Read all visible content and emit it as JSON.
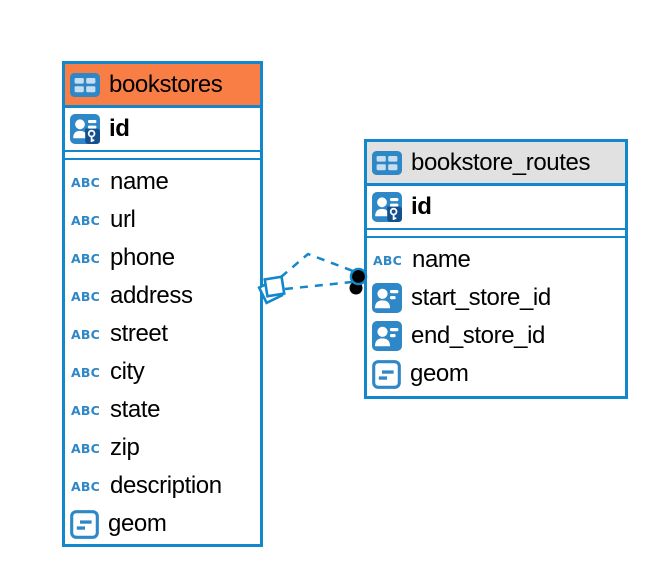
{
  "app": {
    "view": "entity-relationship-diagram"
  },
  "colors": {
    "accent_blue": "#1287CC",
    "icon_blue": "#2E87C6",
    "orange_header": "#F87E45",
    "gray_header": "#E1E1E1",
    "text": "#000000",
    "marker_dot": "#000000"
  },
  "icons": {
    "text_icon_label": "ABC"
  },
  "tables": [
    {
      "name": "bookstores",
      "header_style": "orange",
      "primary_key": {
        "name": "id",
        "type": "pk"
      },
      "columns": [
        {
          "name": "name",
          "type": "text"
        },
        {
          "name": "url",
          "type": "text"
        },
        {
          "name": "phone",
          "type": "text"
        },
        {
          "name": "address",
          "type": "text"
        },
        {
          "name": "street",
          "type": "text"
        },
        {
          "name": "city",
          "type": "text"
        },
        {
          "name": "state",
          "type": "text"
        },
        {
          "name": "zip",
          "type": "text"
        },
        {
          "name": "description",
          "type": "text"
        },
        {
          "name": "geom",
          "type": "geometry"
        }
      ]
    },
    {
      "name": "bookstore_routes",
      "header_style": "gray",
      "primary_key": {
        "name": "id",
        "type": "pk"
      },
      "columns": [
        {
          "name": "name",
          "type": "text"
        },
        {
          "name": "start_store_id",
          "type": "fk"
        },
        {
          "name": "end_store_id",
          "type": "fk"
        },
        {
          "name": "geom",
          "type": "geometry"
        }
      ]
    }
  ],
  "relationships": [
    {
      "from_table": "bookstores",
      "to_table": "bookstore_routes",
      "via": "start_store_id",
      "style": "dashed"
    },
    {
      "from_table": "bookstores",
      "to_table": "bookstore_routes",
      "via": "end_store_id",
      "style": "dashed"
    }
  ]
}
